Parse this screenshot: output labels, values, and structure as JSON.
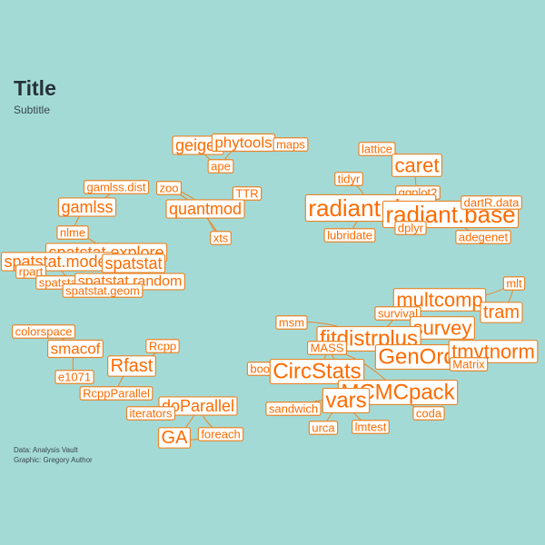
{
  "title": "Title",
  "subtitle": "Subtitle",
  "caption": [
    "Data: Analysis Vault",
    "Graphic: Gregory Author"
  ],
  "colors": {
    "background": "#a4dad6",
    "node_text": "#ff6b00",
    "node_border": "#e8862a",
    "edge": "#e8862a",
    "node_fill": "#ffffff"
  },
  "nodes": [
    {
      "id": "geiger",
      "label": "geiger"
    },
    {
      "id": "phytools",
      "label": "phytools"
    },
    {
      "id": "maps",
      "label": "maps"
    },
    {
      "id": "ape",
      "label": "ape"
    },
    {
      "id": "gamlss_dist",
      "label": "gamlss.dist"
    },
    {
      "id": "zoo",
      "label": "zoo"
    },
    {
      "id": "ttr",
      "label": "TTR"
    },
    {
      "id": "gamlss",
      "label": "gamlss"
    },
    {
      "id": "quantmod",
      "label": "quantmod"
    },
    {
      "id": "xts",
      "label": "xts"
    },
    {
      "id": "nlme",
      "label": "nlme"
    },
    {
      "id": "spatstat_explore",
      "label": "spatstat.explore"
    },
    {
      "id": "spatstat_model",
      "label": "spatstat.model"
    },
    {
      "id": "spatstat",
      "label": "spatstat"
    },
    {
      "id": "rpart",
      "label": "rpart"
    },
    {
      "id": "spatstat_data",
      "label": "spatstat.data"
    },
    {
      "id": "spatstat_random",
      "label": "spatstat.random"
    },
    {
      "id": "spatstat_geom",
      "label": "spatstat.geom"
    },
    {
      "id": "lattice",
      "label": "lattice"
    },
    {
      "id": "caret",
      "label": "caret"
    },
    {
      "id": "tidyr",
      "label": "tidyr"
    },
    {
      "id": "ggplot2",
      "label": "ggplot2"
    },
    {
      "id": "radiant_data",
      "label": "radiant.data"
    },
    {
      "id": "radiant_base",
      "label": "radiant.base"
    },
    {
      "id": "dartr_data",
      "label": "dartR.data"
    },
    {
      "id": "lubridate",
      "label": "lubridate"
    },
    {
      "id": "dplyr",
      "label": "dplyr"
    },
    {
      "id": "adegenet",
      "label": "adegenet"
    },
    {
      "id": "multcomp",
      "label": "multcomp"
    },
    {
      "id": "mlt",
      "label": "mlt"
    },
    {
      "id": "survival",
      "label": "survival"
    },
    {
      "id": "tram",
      "label": "tram"
    },
    {
      "id": "survey",
      "label": "survey"
    },
    {
      "id": "msm",
      "label": "msm"
    },
    {
      "id": "fitdistrplus",
      "label": "fitdistrplus"
    },
    {
      "id": "mass",
      "label": "MASS"
    },
    {
      "id": "genord",
      "label": "GenOrd"
    },
    {
      "id": "tmvtnorm",
      "label": "tmvtnorm"
    },
    {
      "id": "matrix",
      "label": "Matrix"
    },
    {
      "id": "boot",
      "label": "boot"
    },
    {
      "id": "circstats",
      "label": "CircStats"
    },
    {
      "id": "mcmcpack",
      "label": "MCMCpack"
    },
    {
      "id": "vars",
      "label": "vars"
    },
    {
      "id": "sandwich",
      "label": "sandwich"
    },
    {
      "id": "coda",
      "label": "coda"
    },
    {
      "id": "urca",
      "label": "urca"
    },
    {
      "id": "lmtest",
      "label": "lmtest"
    },
    {
      "id": "colorspace",
      "label": "colorspace"
    },
    {
      "id": "smacof",
      "label": "smacof"
    },
    {
      "id": "rcpp",
      "label": "Rcpp"
    },
    {
      "id": "rfast",
      "label": "Rfast"
    },
    {
      "id": "e1071",
      "label": "e1071"
    },
    {
      "id": "rcppparallel",
      "label": "RcppParallel"
    },
    {
      "id": "doparallel",
      "label": "doParallel"
    },
    {
      "id": "iterators",
      "label": "iterators"
    },
    {
      "id": "ga",
      "label": "GA"
    },
    {
      "id": "foreach",
      "label": "foreach"
    }
  ],
  "edges": [
    [
      "geiger",
      "ape"
    ],
    [
      "phytools",
      "ape"
    ],
    [
      "phytools",
      "maps"
    ],
    [
      "geiger",
      "phytools"
    ],
    [
      "quantmod",
      "zoo"
    ],
    [
      "quantmod",
      "ttr"
    ],
    [
      "quantmod",
      "xts"
    ],
    [
      "xts",
      "zoo"
    ],
    [
      "gamlss",
      "gamlss_dist"
    ],
    [
      "gamlss",
      "nlme"
    ],
    [
      "spatstat",
      "spatstat_explore"
    ],
    [
      "spatstat",
      "spatstat_model"
    ],
    [
      "spatstat",
      "spatstat_random"
    ],
    [
      "spatstat_model",
      "rpart"
    ],
    [
      "spatstat_model",
      "spatstat_data"
    ],
    [
      "spatstat_random",
      "spatstat_geom"
    ],
    [
      "spatstat_explore",
      "nlme"
    ],
    [
      "caret",
      "lattice"
    ],
    [
      "caret",
      "ggplot2"
    ],
    [
      "radiant_data",
      "tidyr"
    ],
    [
      "radiant_data",
      "lubridate"
    ],
    [
      "radiant_data",
      "dplyr"
    ],
    [
      "radiant_data",
      "ggplot2"
    ],
    [
      "radiant_base",
      "radiant_data"
    ],
    [
      "radiant_base",
      "dartr_data"
    ],
    [
      "radiant_base",
      "adegenet"
    ],
    [
      "multcomp",
      "survival"
    ],
    [
      "multcomp",
      "mlt"
    ],
    [
      "tram",
      "mlt"
    ],
    [
      "tram",
      "survival"
    ],
    [
      "survey",
      "survival"
    ],
    [
      "fitdistrplus",
      "msm"
    ],
    [
      "fitdistrplus",
      "mass"
    ],
    [
      "fitdistrplus",
      "survival"
    ],
    [
      "genord",
      "mass"
    ],
    [
      "genord",
      "tmvtnorm"
    ],
    [
      "tmvtnorm",
      "matrix"
    ],
    [
      "circstats",
      "boot"
    ],
    [
      "circstats",
      "mass"
    ],
    [
      "mcmcpack",
      "coda"
    ],
    [
      "mcmcpack",
      "mass"
    ],
    [
      "vars",
      "sandwich"
    ],
    [
      "vars",
      "urca"
    ],
    [
      "vars",
      "lmtest"
    ],
    [
      "vars",
      "mass"
    ],
    [
      "smacof",
      "colorspace"
    ],
    [
      "smacof",
      "e1071"
    ],
    [
      "rfast",
      "rcpp"
    ],
    [
      "rfast",
      "rcppparallel"
    ],
    [
      "doparallel",
      "iterators"
    ],
    [
      "doparallel",
      "foreach"
    ],
    [
      "ga",
      "foreach"
    ],
    [
      "ga",
      "doparallel"
    ]
  ]
}
